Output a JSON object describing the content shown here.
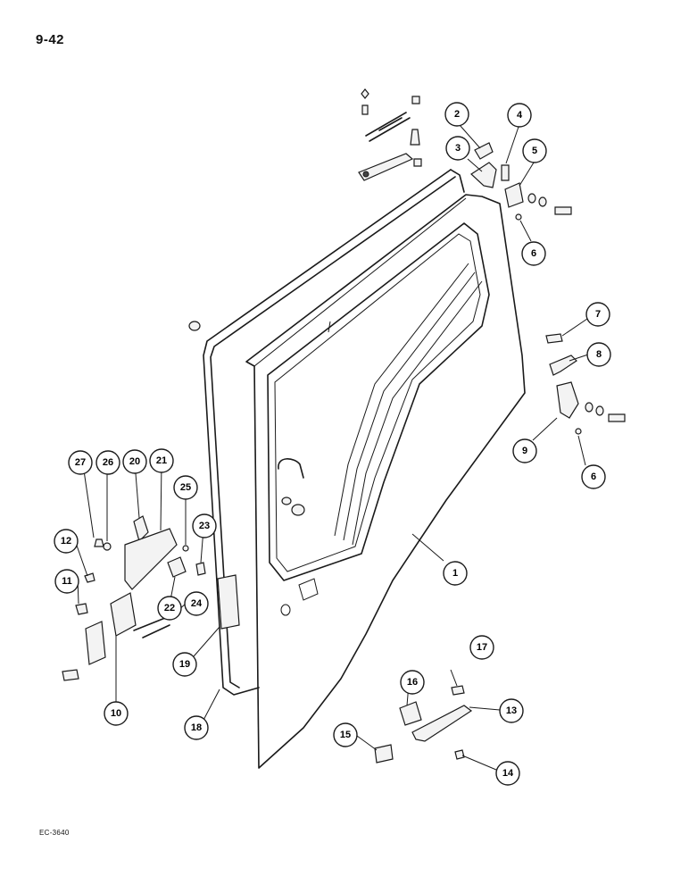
{
  "page": {
    "number": "9-42",
    "figure_code": "EC-3640"
  },
  "callouts": [
    {
      "id": "c1",
      "label": "1"
    },
    {
      "id": "c2",
      "label": "2"
    },
    {
      "id": "c3",
      "label": "3"
    },
    {
      "id": "c4",
      "label": "4"
    },
    {
      "id": "c5",
      "label": "5"
    },
    {
      "id": "c6a",
      "label": "6"
    },
    {
      "id": "c6b",
      "label": "6"
    },
    {
      "id": "c7",
      "label": "7"
    },
    {
      "id": "c8",
      "label": "8"
    },
    {
      "id": "c9",
      "label": "9"
    },
    {
      "id": "c10",
      "label": "10"
    },
    {
      "id": "c11",
      "label": "11"
    },
    {
      "id": "c12",
      "label": "12"
    },
    {
      "id": "c13",
      "label": "13"
    },
    {
      "id": "c14",
      "label": "14"
    },
    {
      "id": "c15",
      "label": "15"
    },
    {
      "id": "c16",
      "label": "16"
    },
    {
      "id": "c17",
      "label": "17"
    },
    {
      "id": "c18",
      "label": "18"
    },
    {
      "id": "c19",
      "label": "19"
    },
    {
      "id": "c20",
      "label": "20"
    },
    {
      "id": "c21",
      "label": "21"
    },
    {
      "id": "c22",
      "label": "22"
    },
    {
      "id": "c23",
      "label": "23"
    },
    {
      "id": "c24",
      "label": "24"
    },
    {
      "id": "c25",
      "label": "25"
    },
    {
      "id": "c26",
      "label": "26"
    },
    {
      "id": "c27",
      "label": "27"
    }
  ]
}
